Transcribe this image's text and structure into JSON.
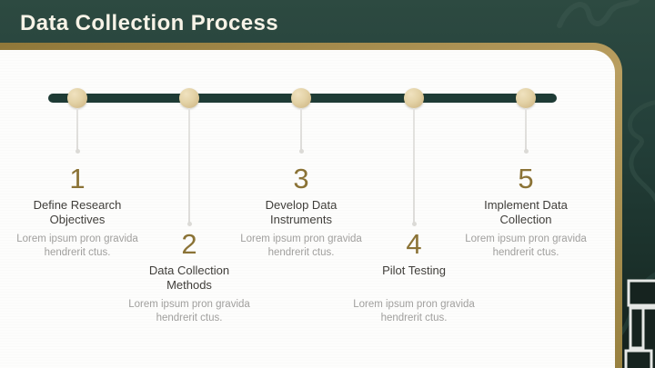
{
  "header": {
    "title": "Data Collection Process"
  },
  "colors": {
    "background_green": "#24403a",
    "accent_gold": "#a98f52",
    "card_white": "#fdfdfc",
    "timeline_green": "#1e3b35",
    "node_beige": "#e3d2a6",
    "number_gold": "#8b7336",
    "title_text": "#403e3a",
    "body_text": "#a09f9d"
  },
  "timeline": {
    "steps": [
      {
        "number": "1",
        "title": "Define Research Objectives",
        "description": "Lorem ipsum pron gravida hendrerit ctus."
      },
      {
        "number": "2",
        "title": "Data Collection Methods",
        "description": "Lorem ipsum pron gravida hendrerit ctus."
      },
      {
        "number": "3",
        "title": "Develop Data Instruments",
        "description": "Lorem ipsum pron gravida hendrerit ctus."
      },
      {
        "number": "4",
        "title": "Pilot Testing",
        "description": "Lorem ipsum pron gravida hendrerit ctus."
      },
      {
        "number": "5",
        "title": "Implement Data Collection",
        "description": "Lorem ipsum pron gravida hendrerit ctus."
      }
    ]
  }
}
